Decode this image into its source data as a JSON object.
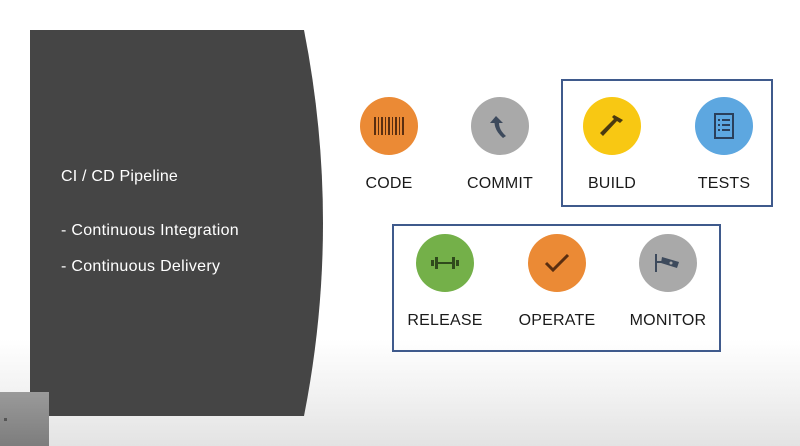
{
  "panel": {
    "title": "CI / CD Pipeline",
    "bullets": [
      "- Continuous Integration",
      "- Continuous Delivery"
    ]
  },
  "stages": {
    "code": {
      "label": "CODE",
      "icon": "barcode-icon",
      "color": "#eb8a35"
    },
    "commit": {
      "label": "COMMIT",
      "icon": "curved-arrow-up-icon",
      "color": "#a9a9a9"
    },
    "build": {
      "label": "BUILD",
      "icon": "hammer-icon",
      "color": "#f8c813"
    },
    "tests": {
      "label": "TESTS",
      "icon": "checklist-icon",
      "color": "#5da7e0"
    },
    "release": {
      "label": "RELEASE",
      "icon": "dumbbell-icon",
      "color": "#74b049"
    },
    "operate": {
      "label": "OPERATE",
      "icon": "checkmark-icon",
      "color": "#eb8a35"
    },
    "monitor": {
      "label": "MONITOR",
      "icon": "security-camera-icon",
      "color": "#a9a9a9"
    }
  },
  "colors": {
    "panel": "#454545",
    "box_border": "#3f5a8c"
  }
}
